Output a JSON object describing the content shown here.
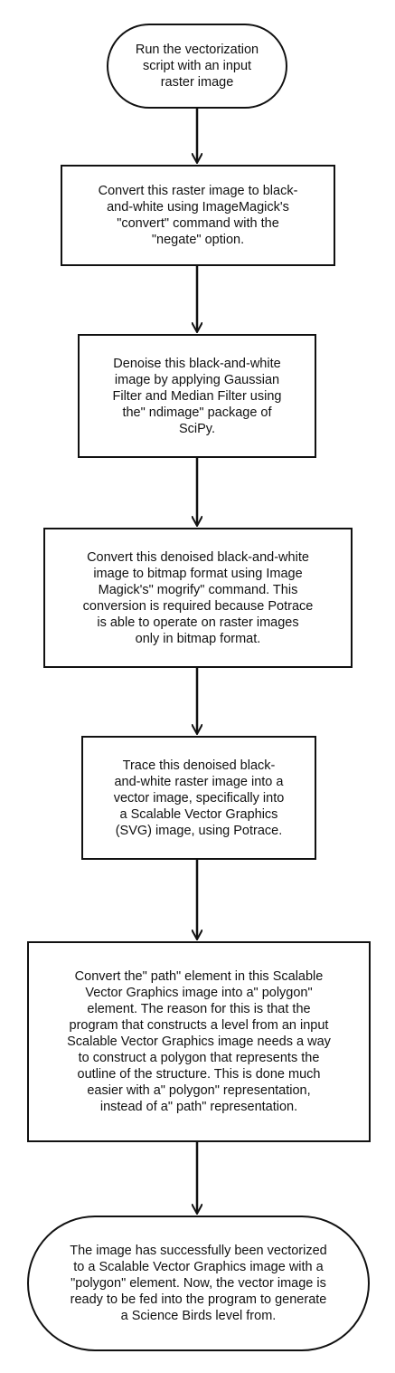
{
  "diagram": {
    "nodes": [
      {
        "id": "n1",
        "kind": "terminal",
        "text": "Run the vectorization\nscript with an input\nraster image"
      },
      {
        "id": "n2",
        "kind": "process",
        "text": "Convert this raster image to black-\nand-white using ImageMagick's\n\"convert\" command with the\n\"negate\" option."
      },
      {
        "id": "n3",
        "kind": "process",
        "text": "Denoise this black-and-white\nimage by applying Gaussian\nFilter and Median Filter using\nthe\" ndimage\" package of\nSciPy."
      },
      {
        "id": "n4",
        "kind": "process",
        "text": "Convert this denoised black-and-white\nimage to bitmap format using Image\nMagick's\" mogrify\" command. This\nconversion is required because Potrace\nis able to operate on raster images\nonly in bitmap format."
      },
      {
        "id": "n5",
        "kind": "process",
        "text": "Trace this denoised black-\nand-white raster image into a\nvector image, specifically into\na Scalable Vector Graphics\n(SVG) image, using Potrace."
      },
      {
        "id": "n6",
        "kind": "process",
        "text": "Convert the\" path\" element in this Scalable\nVector Graphics image into a\" polygon\"\nelement. The reason for this is that the\nprogram that constructs a level from an input\nScalable Vector Graphics image needs a way\nto construct a polygon that represents the\noutline of the structure. This is done much\neasier with a\" polygon\" representation,\ninstead of a\" path\" representation."
      },
      {
        "id": "n7",
        "kind": "terminal",
        "text": "The image has successfully been vectorized\nto a Scalable Vector Graphics image with a\n\"polygon\" element. Now, the vector image is\nready to be fed into the program to generate\na Science Birds level from."
      }
    ],
    "edges": [
      {
        "from": "n1",
        "to": "n2"
      },
      {
        "from": "n2",
        "to": "n3"
      },
      {
        "from": "n3",
        "to": "n4"
      },
      {
        "from": "n4",
        "to": "n5"
      },
      {
        "from": "n5",
        "to": "n6"
      },
      {
        "from": "n6",
        "to": "n7"
      }
    ],
    "colors": {
      "stroke": "#111111",
      "fill": "#ffffff",
      "text": "#111111"
    }
  }
}
